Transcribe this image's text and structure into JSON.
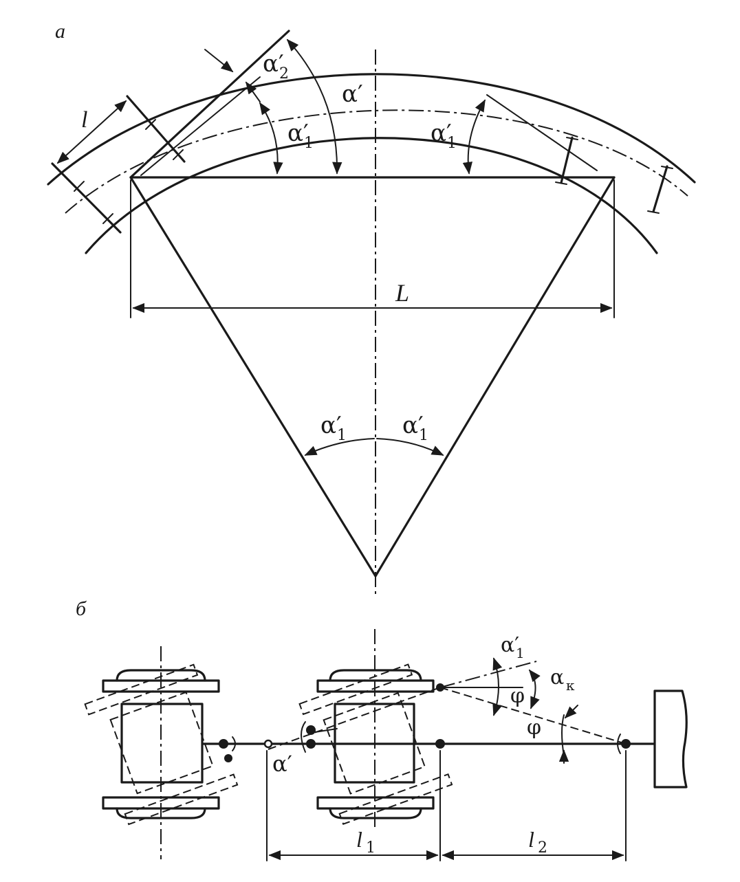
{
  "panels": {
    "a": {
      "label": "а"
    },
    "b": {
      "label": "б"
    }
  },
  "labels": {
    "l": "l",
    "L": "L",
    "alpha_prime": "α′",
    "alpha1_prime": "α′",
    "alpha2_prime": "α′",
    "sub1": "1",
    "sub2": "2",
    "alpha_k": "α",
    "sub_k": "к",
    "phi": "φ",
    "l1": "l",
    "l2": "l"
  }
}
